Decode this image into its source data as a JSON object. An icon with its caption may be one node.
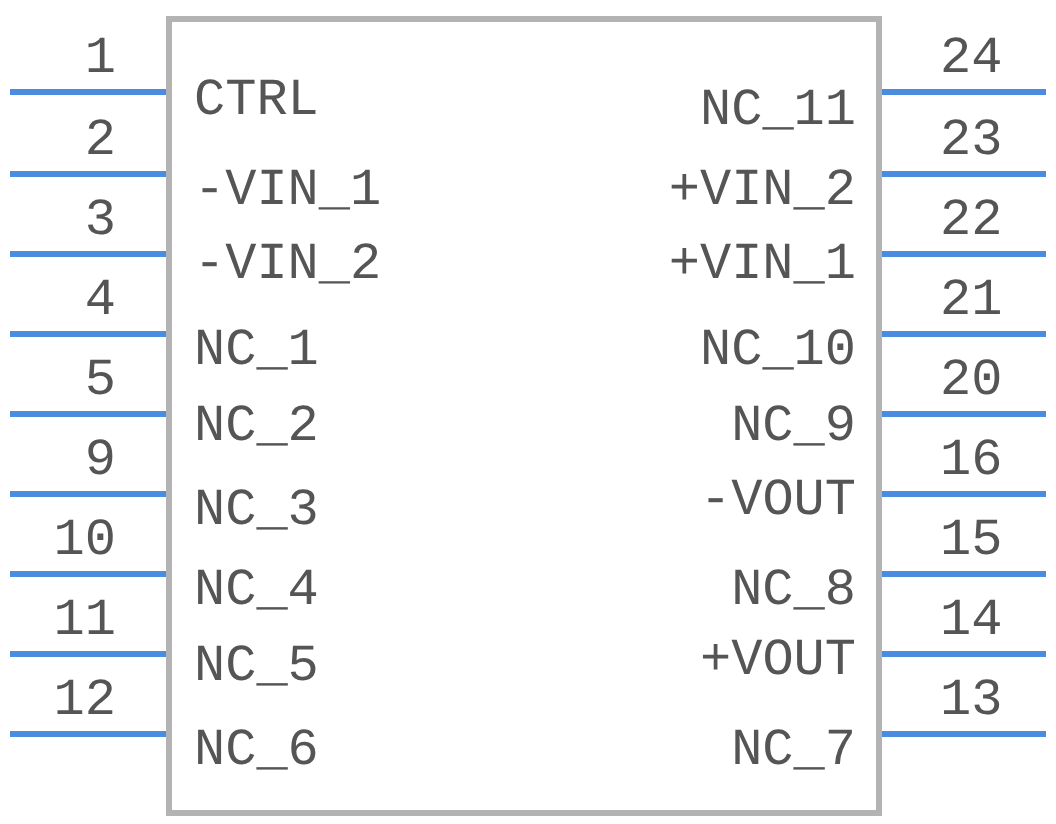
{
  "diagram": {
    "nodes": [
      {
        "text": [
          "CTRL",
          "NC_11",
          "-VIN_1",
          "+VIN_2",
          "-VIN_2",
          "+VIN_1",
          "NC_1",
          "NC_10",
          "NC_2",
          "NC_9",
          "NC_3",
          "-VOUT",
          "NC_4",
          "NC_8",
          "NC_5",
          "+VOUT",
          "NC_6",
          "NC_7"
        ]
      }
    ],
    "labels": [
      "1",
      "24",
      "2",
      "23",
      "3",
      "22",
      "4",
      "21",
      "5",
      "20",
      "9",
      "16",
      "10",
      "15",
      "11",
      "14",
      "12",
      "13"
    ]
  }
}
